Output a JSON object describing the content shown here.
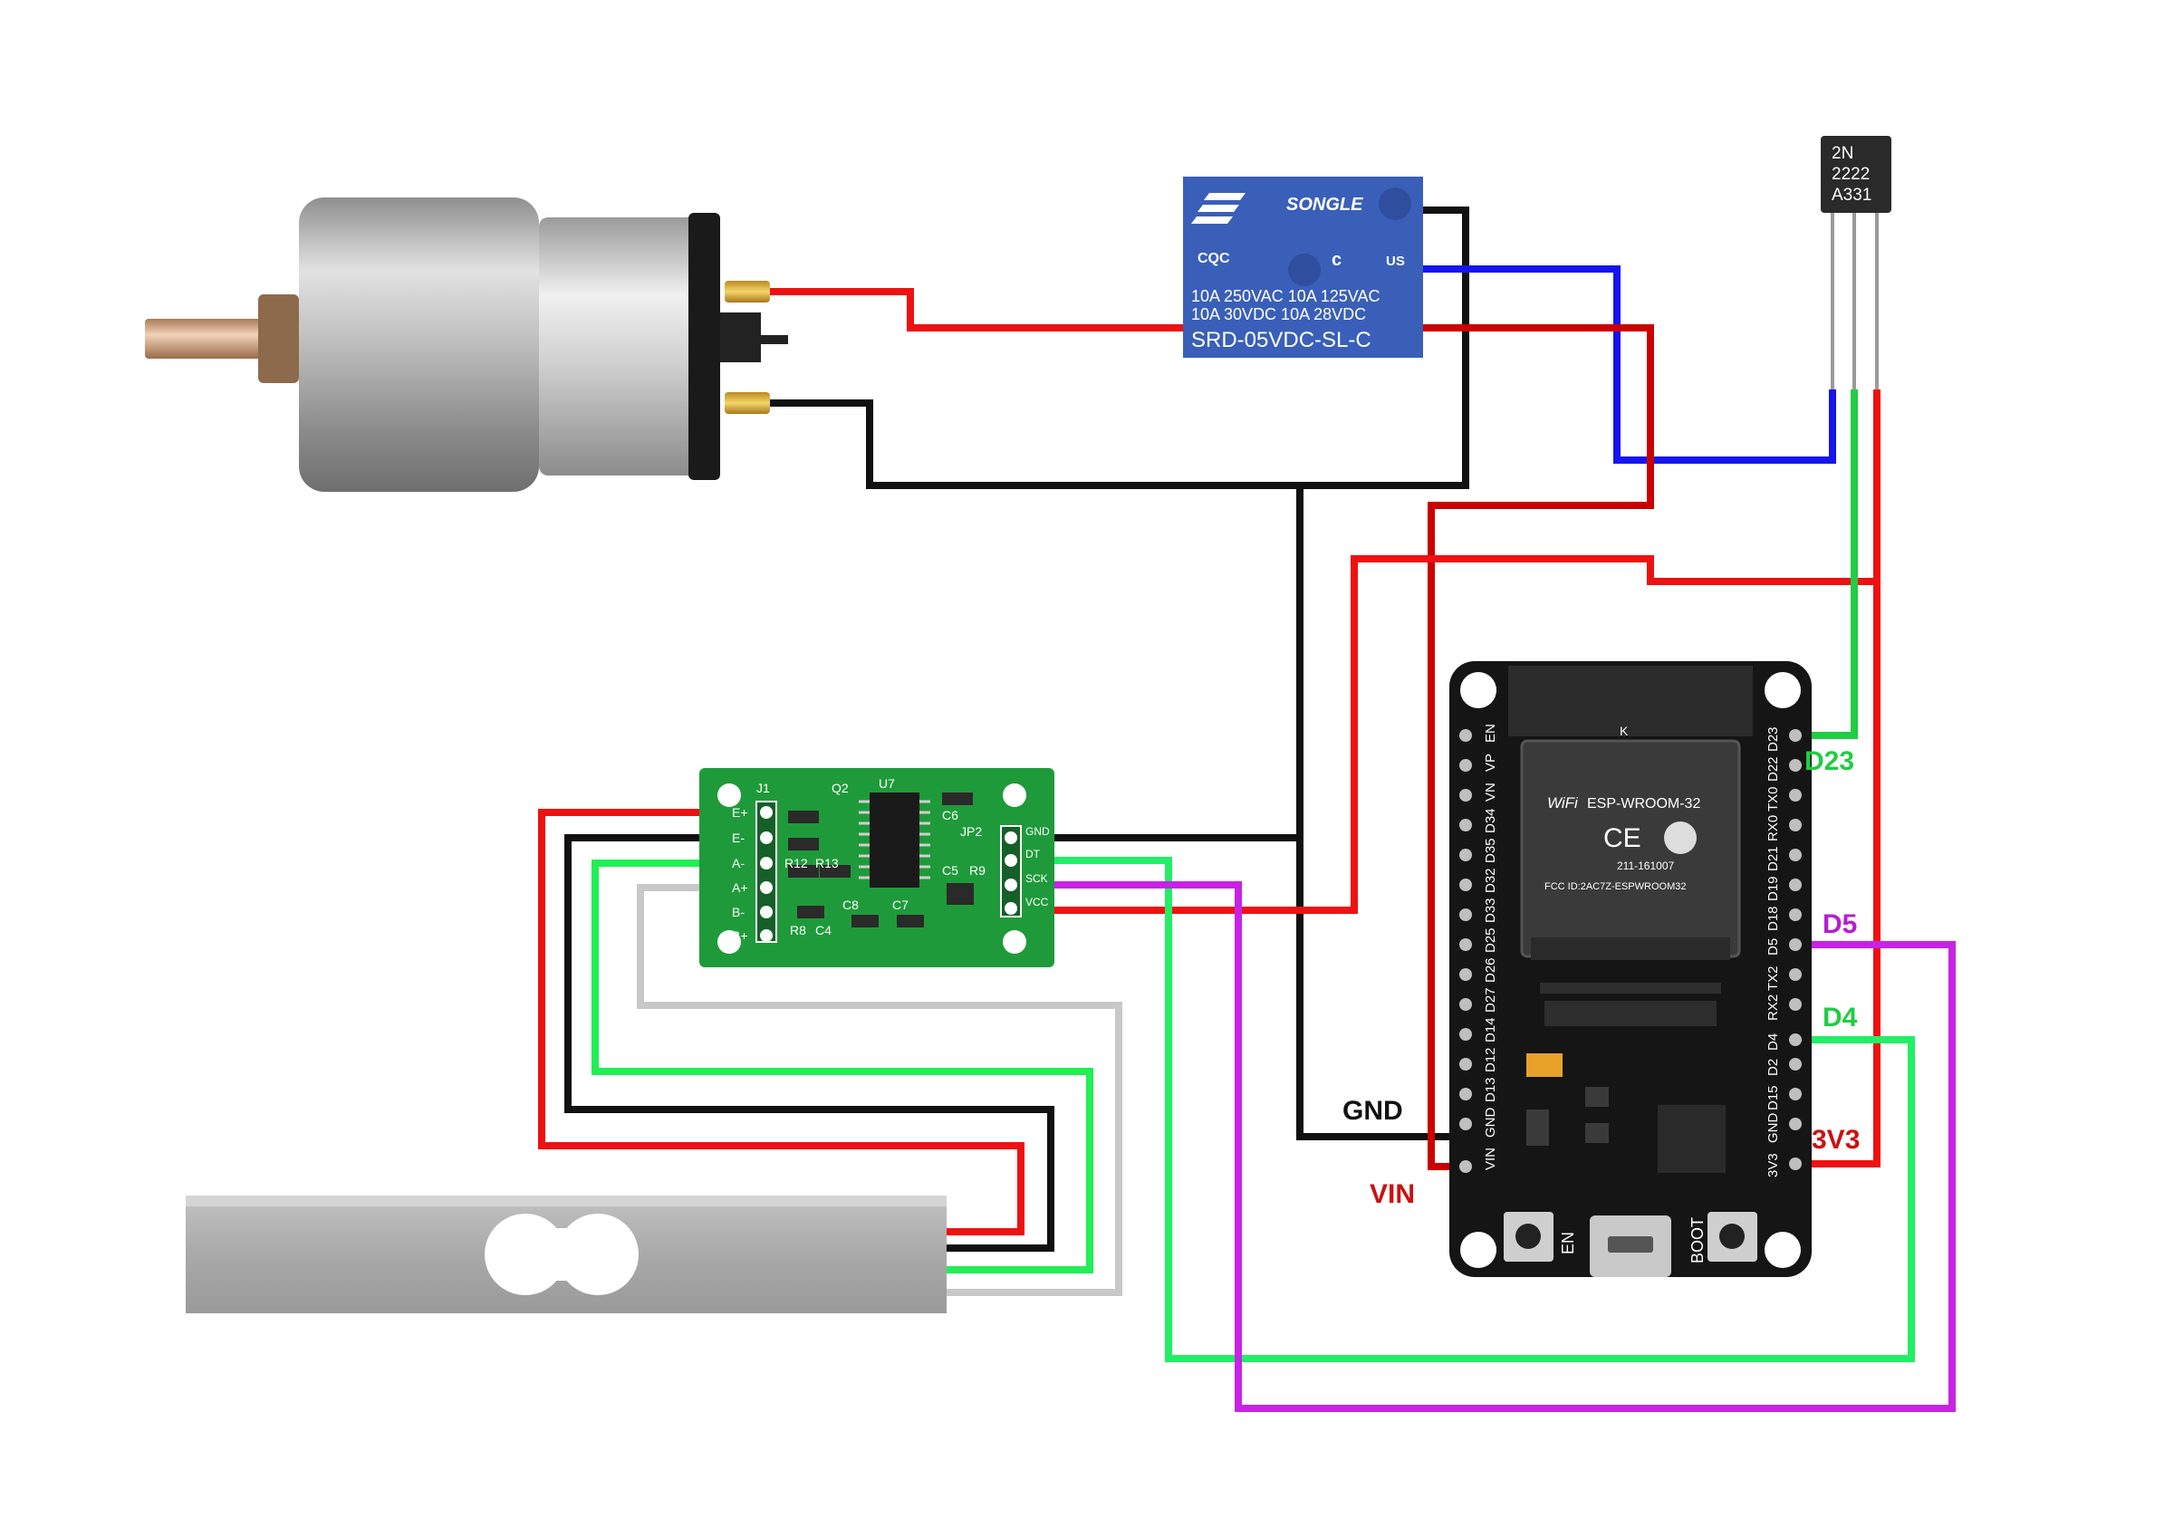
{
  "colors": {
    "wire_red": "#ee1111",
    "wire_darkred": "#cc0000",
    "wire_black": "#111111",
    "wire_blue": "#1515ee",
    "wire_green": "#22ee55",
    "wire_darkgreen": "#11bb33",
    "wire_gray": "#c8c8c8",
    "wire_purple": "#c822e6",
    "label_green": "#22cc44",
    "label_purple": "#b41ed2",
    "label_red": "#cc1111",
    "label_gnd": "#111111",
    "relay_blue": "#3a5fb8",
    "hx711_green": "#1f9a3a",
    "esp_black": "#151515"
  },
  "components": {
    "motor": {
      "icon": "dc-gear-motor"
    },
    "relay": {
      "brand": "SONGLE",
      "marks": "CQC",
      "ul_mark": "c",
      "ul_mark_us": "US",
      "rating_line1": "10A 250VAC  10A 125VAC",
      "rating_line2": "10A  30VDC  10A  28VDC",
      "model": "SRD-05VDC-SL-C"
    },
    "transistor": {
      "line1": "2N",
      "line2": "2222",
      "line3": "A331"
    },
    "hx711": {
      "left_pins": [
        "E+",
        "E-",
        "A-",
        "A+",
        "B-",
        "B+"
      ],
      "right_pins": [
        "GND",
        "DT",
        "SCK",
        "VCC"
      ],
      "silk": [
        "J1",
        "Q2",
        "U7",
        "C6",
        "JP2",
        "R12",
        "R13",
        "C5",
        "R9",
        "C8",
        "C7",
        "R8",
        "C4"
      ]
    },
    "esp32": {
      "module": "ESP-WROOM-32",
      "wifi": "WiFi",
      "ce": "CE",
      "cert": "211-161007",
      "fcc": "FCC ID:2AC7Z-ESPWROOM32",
      "k_mark": "K",
      "left_pins": [
        "EN",
        "VP",
        "VN",
        "D34",
        "D35",
        "D32",
        "D33",
        "D25",
        "D26",
        "D27",
        "D14",
        "D12",
        "D13",
        "GND",
        "VIN"
      ],
      "right_pins": [
        "D23",
        "D22",
        "TX0",
        "RX0",
        "D21",
        "D19",
        "D18",
        "D5",
        "TX2",
        "RX2",
        "D4",
        "D2",
        "D15",
        "GND",
        "3V3"
      ],
      "en_button": "EN",
      "boot_button": "BOOT"
    },
    "load_cell": {
      "icon": "load-cell-bar"
    }
  },
  "labels": {
    "d23": "D23",
    "d5": "D5",
    "d4": "D4",
    "v33": "3V3",
    "gnd": "GND",
    "vin": "VIN"
  }
}
